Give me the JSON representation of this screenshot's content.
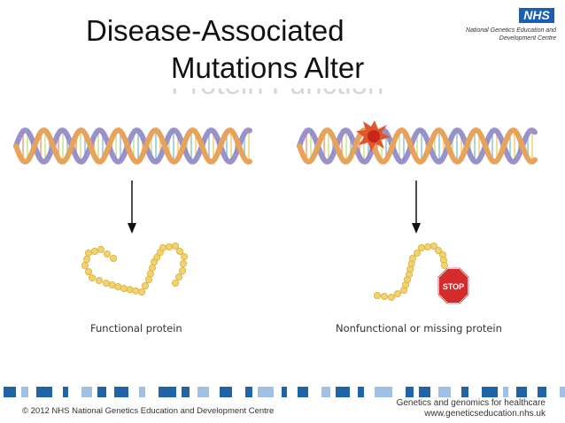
{
  "title": {
    "line1": "Disease-Associated",
    "line2": "Mutations  Alter",
    "line3_faded": "Protein Function"
  },
  "logo": {
    "badge": "NHS",
    "org_line1": "National Genetics Education and",
    "org_line2": "Development Centre"
  },
  "panels": {
    "left": {
      "caption": "Functional protein"
    },
    "right": {
      "caption": "Nonfunctional or missing protein",
      "stop_sign": "STOP"
    }
  },
  "footer": {
    "copyright": "© 2012 NHS National Genetics Education and Development Centre",
    "tagline": "Genetics and genomics for healthcare",
    "website": "www.geneticseducation.nhs.uk"
  },
  "colors": {
    "brand_blue": "#1a5fb4",
    "stripe_dark": "#1f63a8",
    "stripe_light": "#9fc1e6",
    "dna_orange": "#e8a35a",
    "dna_purple": "#8e86c6",
    "protein": "#f2d36b",
    "stop_red": "#d42b2b"
  }
}
